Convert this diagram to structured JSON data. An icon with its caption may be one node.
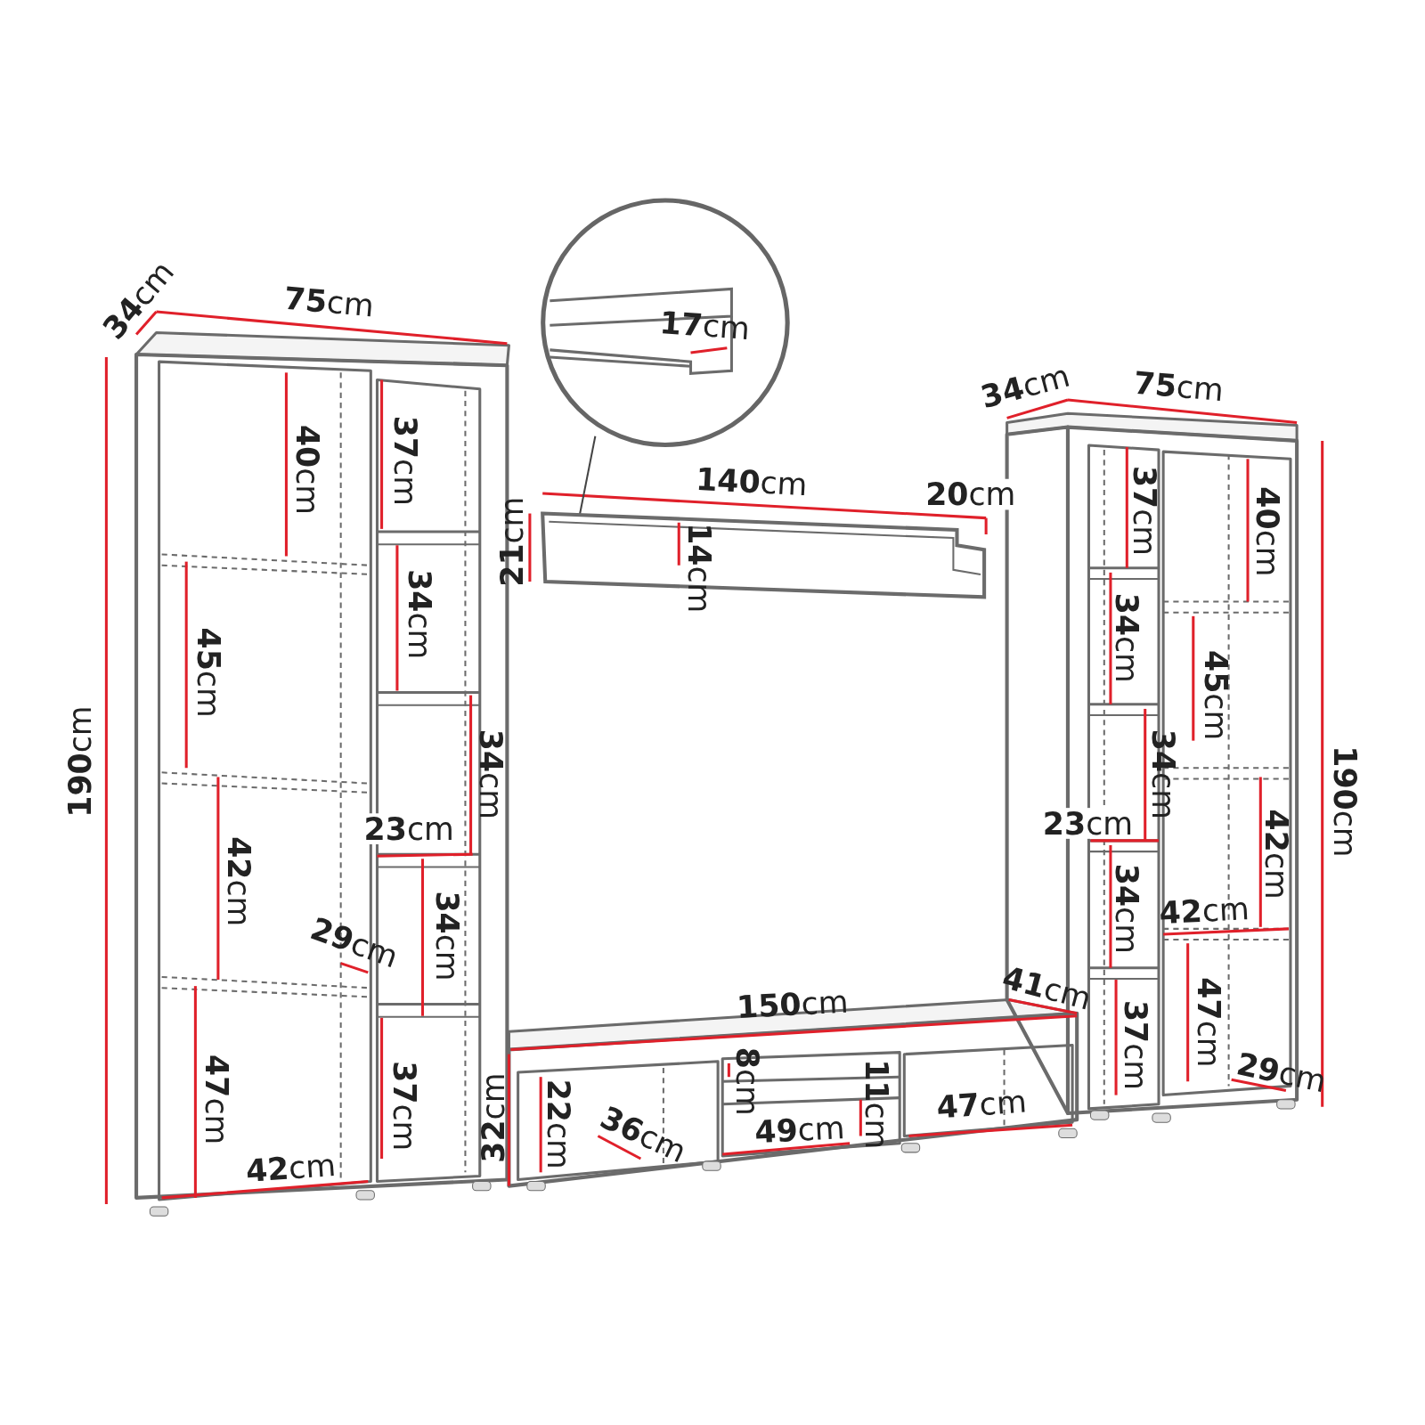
{
  "diagram": {
    "nodes": [
      {
        "text": [
          "**17**cm"
        ]
      },
      {
        "text": [],
        "shape": "box"
      }
    ],
    "edges": [
      {
        "from": 0,
        "to": 1,
        "arrow": "none"
      }
    ],
    "labels": [
      "**34**cm",
      "**75**cm",
      "**190**cm",
      "**40**cm",
      "**37**cm",
      "**45**cm",
      "**34**cm",
      "**34**cm",
      "**23**cm",
      "**42**cm",
      "**34**cm",
      "**29**cm",
      "**47**cm",
      "**37**cm",
      "**42**cm",
      "**32**cm",
      "**140**cm",
      "**20**cm",
      "**21**cm",
      "**14**cm",
      "**150**cm",
      "**41**cm",
      "**22**cm",
      "**8**cm",
      "**36**cm",
      "**49**cm",
      "**11**cm",
      "**47**cm",
      "**34**cm",
      "**75**cm",
      "**37**cm",
      "**40**cm",
      "**34**cm",
      "**45**cm",
      "**34**cm",
      "**190**cm",
      "**23**cm",
      "**42**cm",
      "**34**cm",
      "**42**cm",
      "**37**cm",
      "**47**cm",
      "**29**cm"
    ]
  }
}
